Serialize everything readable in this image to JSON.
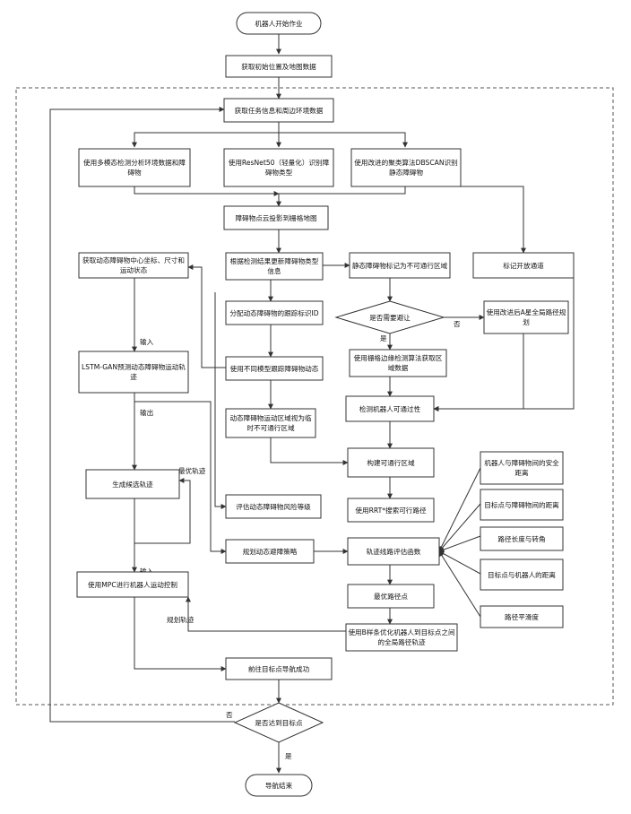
{
  "nodes": {
    "start": "机器人开始作业",
    "n1": "获取初始位置及地图数据",
    "n2": "获取任务信息和周边环境数据",
    "n3": "使用多模态检测分析环境数据和障碍物",
    "n4": "使用ResNet50（轻量化）识别障碍物类型",
    "n5": "使用改进的聚类算法DBSCAN识别静态障碍物",
    "n6": "障碍物点云投影到栅格地图",
    "n7": "根据检测结果更新障碍物类型信息",
    "n8": "静态障碍物标记为不可通行区域",
    "n9": "标记开放通道",
    "n10": "分配动态障碍物的跟踪标识ID",
    "d1": "是否需要避让",
    "d1_yes": "是",
    "d1_no": "否",
    "n11": "使用改进后A星全局路径规划",
    "n12": "使用不同模型跟踪障碍物动态",
    "n13": "使用栅格边缘检测算法获取区域数据",
    "n14": "获取动态障碍物中心坐标、尺寸和运动状态",
    "n15": "LSTM-GAN预测动态障碍物运动轨迹",
    "lbl_in1": "输入",
    "lbl_out1": "输出",
    "n16": "检测机器人可通过性",
    "n17": "动态障碍物运动区域视为临时不可通行区域",
    "n18": "构建可通行区域",
    "n19": "生成候选轨迹",
    "lbl_opt": "最优轨迹",
    "n20": "评估动态障碍物风险等级",
    "n21": "使用RRT*搜索可行路径",
    "n22": "规划动态避障策略",
    "n23": "轨迹线路评估函数",
    "lbl_in2": "输入",
    "n24": "使用MPC进行机器人运动控制",
    "lbl_traj": "规划轨迹",
    "n25": "最优路径点",
    "n26": "使用B样条优化机器人到目标点之间的全局路径轨迹",
    "n27": "前往目标点导航成功",
    "d2": "是否达到目标点",
    "d2_no": "否",
    "d2_yes": "是",
    "end": "导航结束",
    "r1": "机器人与障碍物间的安全距离",
    "r2": "目标点与障碍物间的距离",
    "r3": "路径长度与转角",
    "r4": "目标点与机器人的距离",
    "r5": "路径平滑度"
  }
}
